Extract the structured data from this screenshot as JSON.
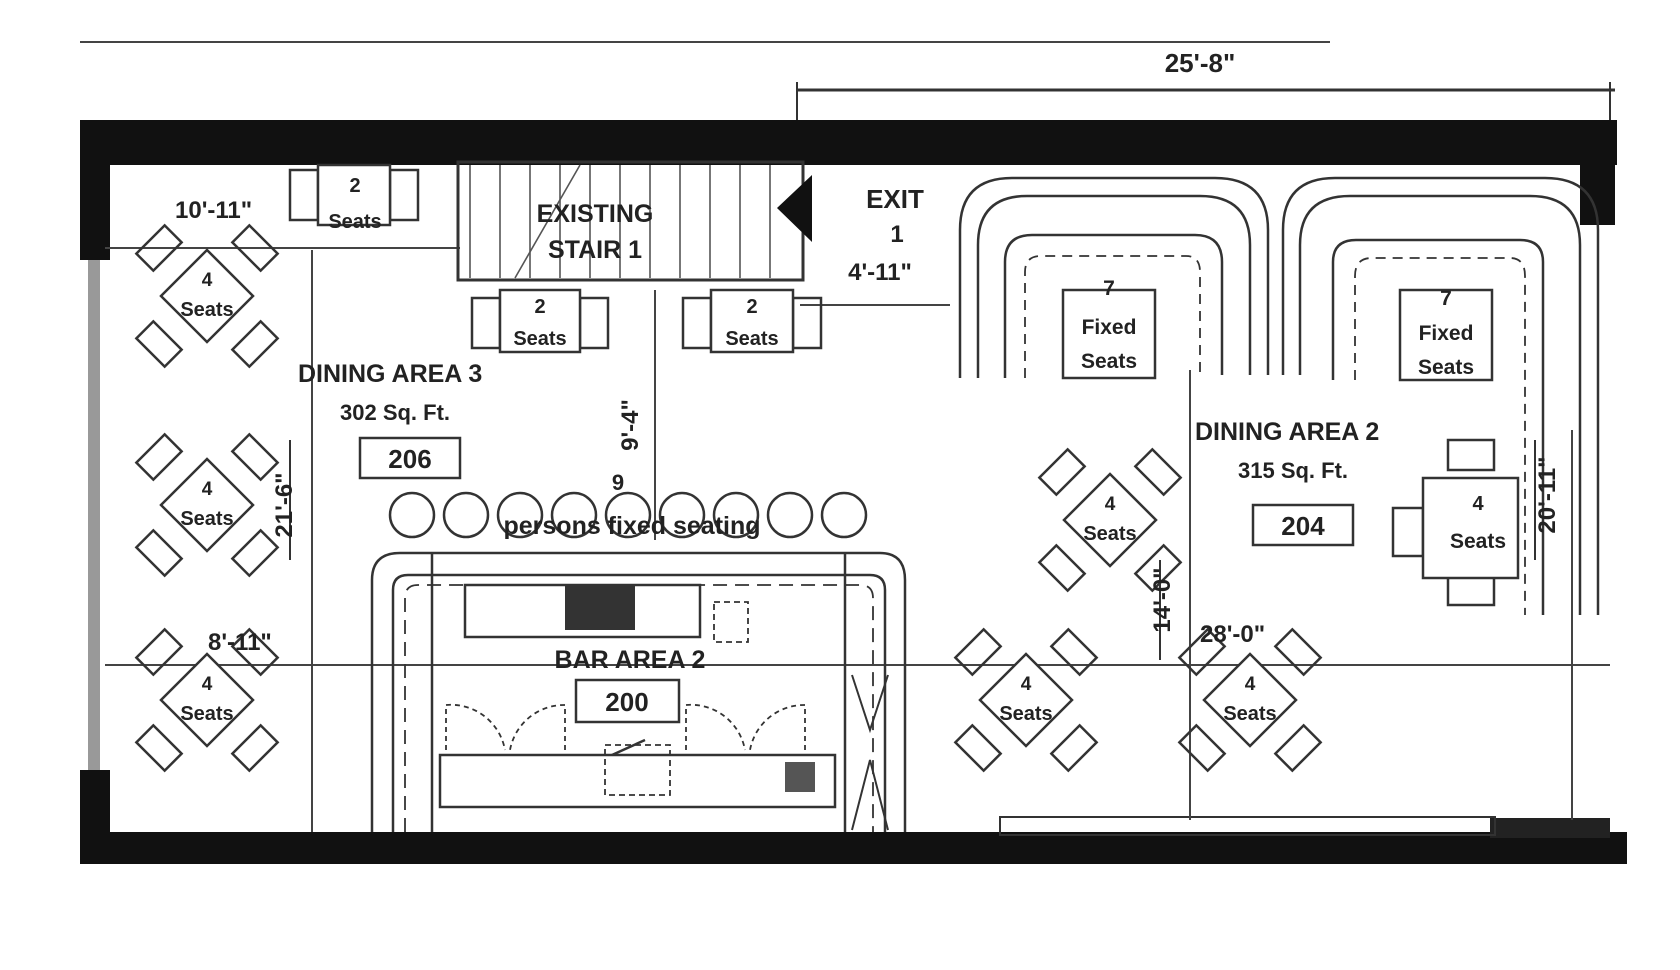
{
  "dimensions": {
    "overall_width": "25'-8\"",
    "stair_width": "10'-11\"",
    "exit_width": "4'-11\"",
    "bar_depth": "9'-4\"",
    "left_height": "21'-6\"",
    "lower_left": "8'-11\"",
    "center_height": "14'-0\"",
    "right_height": "20'-11\"",
    "lower_span": "28'-0\""
  },
  "areas": {
    "dining3": {
      "name": "DINING AREA 3",
      "size": "302 Sq. Ft.",
      "room": "206"
    },
    "dining2": {
      "name": "DINING AREA 2",
      "size": "315 Sq. Ft.",
      "room": "204"
    },
    "bar": {
      "name": "BAR AREA 2",
      "room": "200"
    }
  },
  "stair": {
    "line1": "EXISTING",
    "line2": "STAIR 1"
  },
  "exit": {
    "line1": "EXIT",
    "line2": "1"
  },
  "bar_seating": {
    "count": "9",
    "label": "persons fixed seating"
  },
  "tables": {
    "two_count": "2",
    "four_count": "4",
    "seats_label": "Seats",
    "fixed_count": "7",
    "fixed_label1": "Fixed",
    "fixed_label2": "Seats"
  }
}
